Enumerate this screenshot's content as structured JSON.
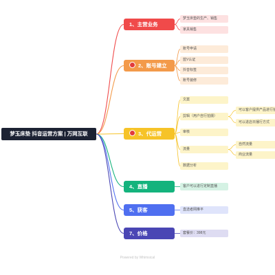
{
  "root": {
    "label": "梦玉床垫 抖音运营方案 | 万网互联"
  },
  "branches": [
    {
      "label": "1、主营业务",
      "color": "#f04a4a",
      "leaf_bg": "#fde1e1",
      "children": [
        {
          "label": "梦玉床垫的生产、销售"
        },
        {
          "label": "家具销售"
        }
      ]
    },
    {
      "label": "2、账号建立",
      "color": "#f39a4a",
      "leaf_bg": "#fdebd9",
      "dot": true,
      "children": [
        {
          "label": "账号申请"
        },
        {
          "label": "蓝V认证"
        },
        {
          "label": "抖音标签"
        },
        {
          "label": "账号装修"
        }
      ]
    },
    {
      "label": "3、代运营",
      "color": "#f6c328",
      "leaf_bg": "#fdf4c9",
      "dot": true,
      "children": [
        {
          "label": "文案"
        },
        {
          "label": "剪辑（用户自行拍摄）",
          "children": [
            {
              "label": "可以客户提供产品进行拍摄"
            },
            {
              "label": "可以进店日播行方式"
            }
          ]
        },
        {
          "label": "审核"
        },
        {
          "label": "流量",
          "children": [
            {
              "label": "自然流量"
            },
            {
              "label": "商业流量"
            }
          ]
        },
        {
          "label": "数据分析"
        }
      ]
    },
    {
      "label": "4、直播",
      "color": "#14b37d",
      "leaf_bg": "#d5f2e4",
      "children": [
        {
          "label": "客户可以进行定制直播"
        }
      ]
    },
    {
      "label": "5、获客",
      "color": "#4f6ff0",
      "leaf_bg": "#dfe4fb",
      "children": [
        {
          "label": "直选者网推平"
        }
      ]
    },
    {
      "label": "7、价格",
      "color": "#4a46b4",
      "leaf_bg": "#dedcf2",
      "children": [
        {
          "label": "套餐价：398元"
        }
      ]
    }
  ],
  "watermark": "Powered by Whimsical"
}
